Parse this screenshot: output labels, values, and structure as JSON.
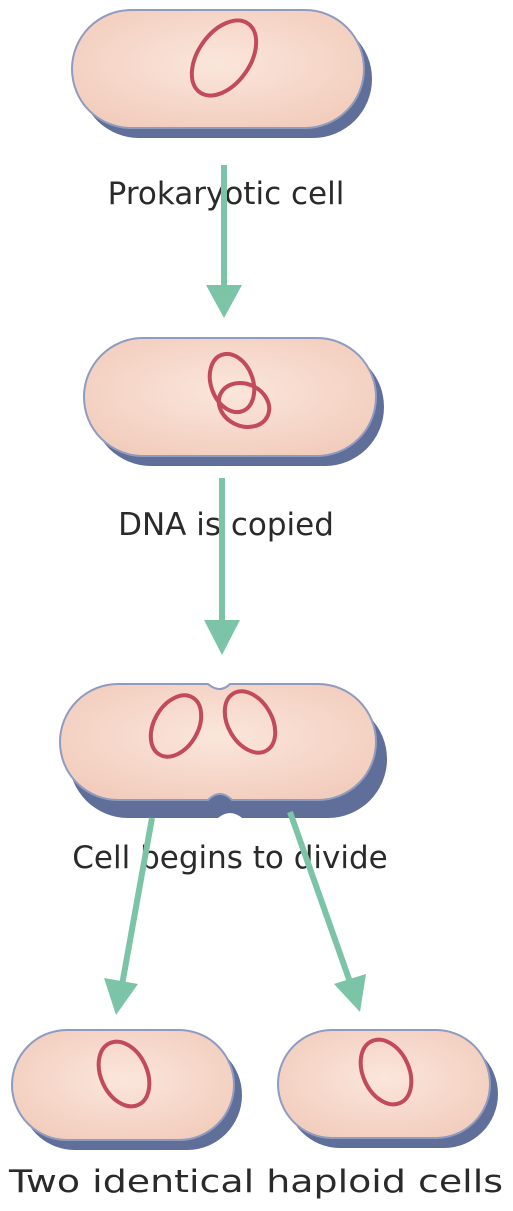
{
  "labels": {
    "step1": "Prokaryotic cell",
    "step2": "DNA is copied",
    "step3": "Cell begins to divide",
    "step4": "Two identical haploid cells"
  },
  "colors": {
    "cytoplasm": "#f7d9cb",
    "membrane_shadow": "#5f6f9a",
    "dna": "#c24a5a",
    "arrow": "#7cc4a8",
    "text": "#2a2a2a"
  }
}
